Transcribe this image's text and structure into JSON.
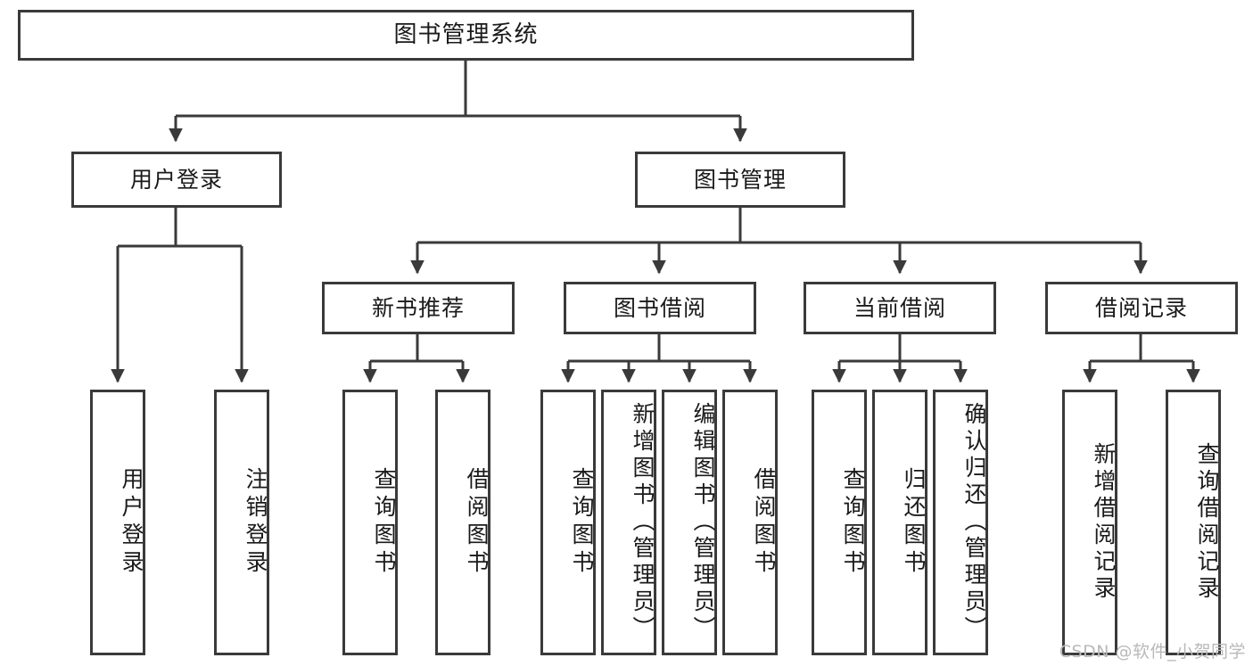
{
  "diagram": {
    "title": "图书管理系统",
    "type": "tree-hierarchy-diagram",
    "colors": {
      "stroke": "#3a3a3a",
      "fill": "#ffffff",
      "text": "#1a1a1a",
      "watermark": "#b9b9b9"
    },
    "root": {
      "label": "图书管理系统"
    },
    "level2": [
      {
        "label": "用户登录"
      },
      {
        "label": "图书管理"
      }
    ],
    "level3": [
      {
        "label": "新书推荐"
      },
      {
        "label": "图书借阅"
      },
      {
        "label": "当前借阅"
      },
      {
        "label": "借阅记录"
      }
    ],
    "leaves": {
      "user_login": [
        {
          "label": "用户登录"
        },
        {
          "label": "注销登录"
        }
      ],
      "new_book_recommend": [
        {
          "label": "查询图书"
        },
        {
          "label": "借阅图书"
        }
      ],
      "book_borrow": [
        {
          "label": "查询图书"
        },
        {
          "label": "新增图书（管理员）"
        },
        {
          "label": "编辑图书（管理员）"
        },
        {
          "label": "借阅图书"
        }
      ],
      "current_borrow": [
        {
          "label": "查询图书"
        },
        {
          "label": "归还图书"
        },
        {
          "label": "确认归还（管理员）"
        }
      ],
      "borrow_records": [
        {
          "label": "新增借阅记录"
        },
        {
          "label": "查询借阅记录"
        }
      ]
    },
    "watermark": "CSDN @软件_小贺同学"
  }
}
